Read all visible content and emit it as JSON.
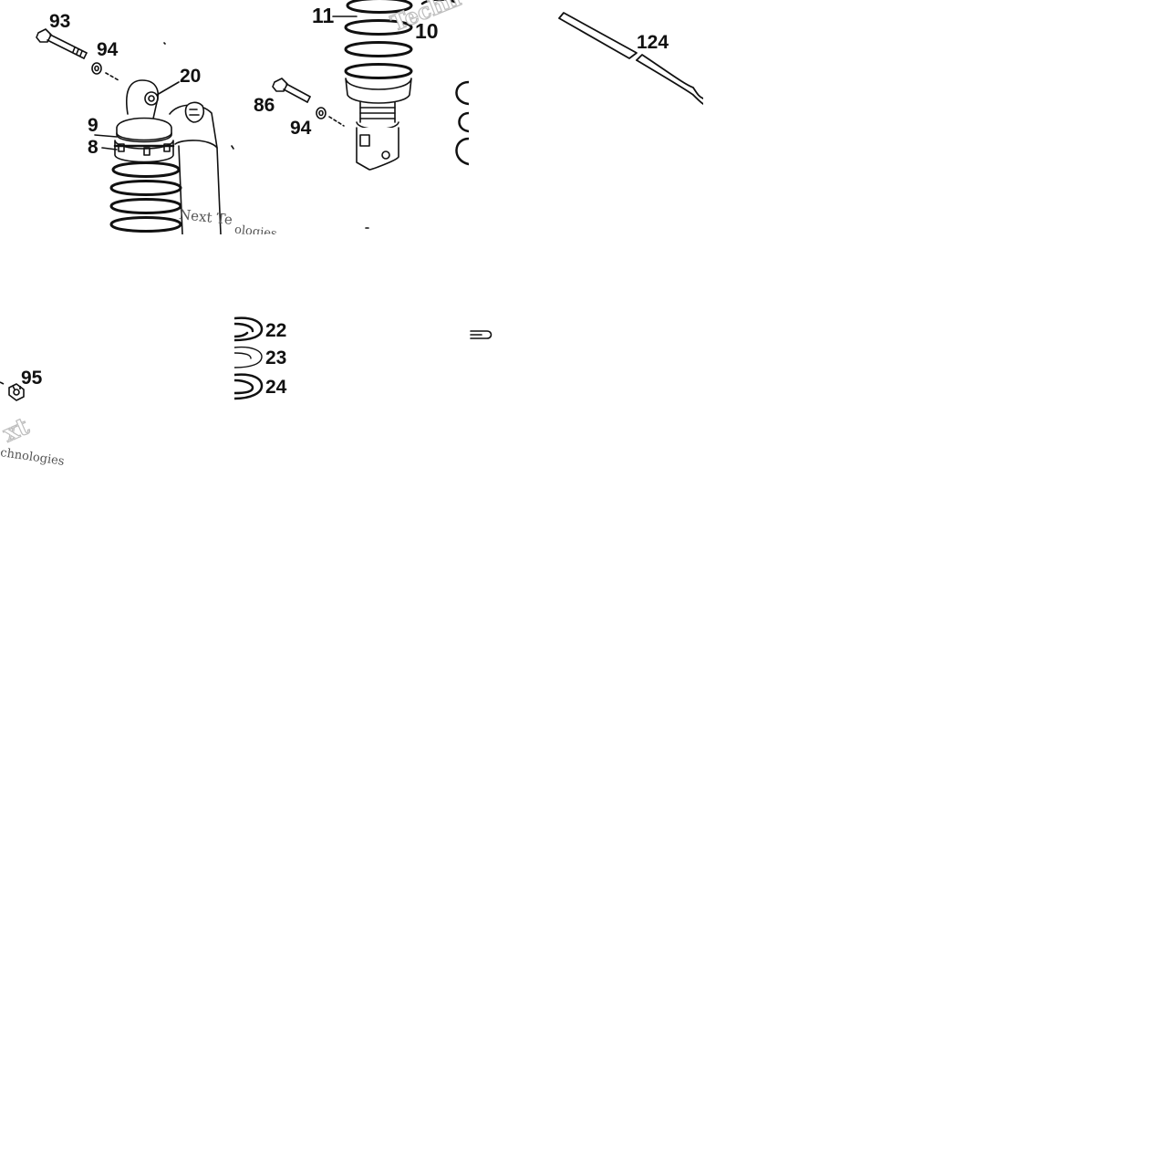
{
  "callouts": {
    "c93": "93",
    "c94a": "94",
    "c20": "20",
    "c9": "9",
    "c8": "8",
    "c11": "11",
    "c10": "10",
    "c86": "86",
    "c94b": "94",
    "c124": "124",
    "c95": "95",
    "c22": "22",
    "c23": "23",
    "c24": "24"
  },
  "watermarks": {
    "w1": "Next Te",
    "w2": "ologies",
    "w3": "Techn",
    "w4": "xt",
    "w5": "chnologies"
  },
  "colors": {
    "ink": "#111111",
    "background": "#ffffff",
    "watermark": "#cfcfcf"
  }
}
